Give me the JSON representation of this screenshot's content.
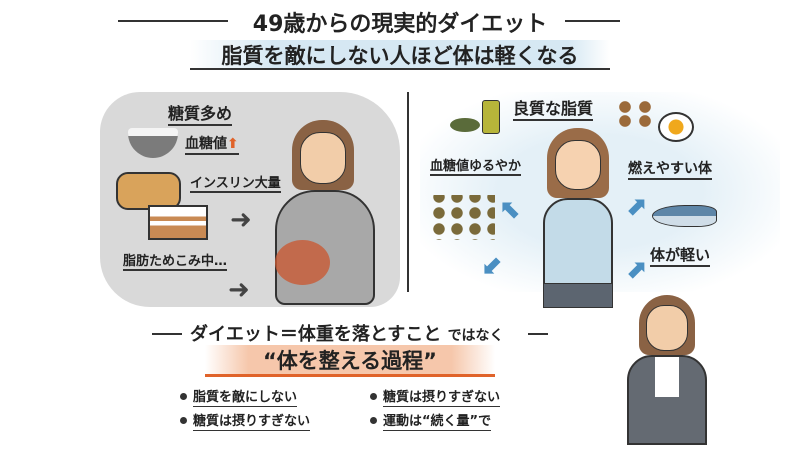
{
  "header": {
    "title": "49歳からの現実的ダイエット",
    "subtitle": "脂質を敵にしない人ほど体は軽くなる"
  },
  "left": {
    "heading": "糖質多め",
    "blood_sugar": "血糖値",
    "insulin": "インスリン大量",
    "fat_storing": "脂肪ためこみ中…"
  },
  "right": {
    "heading": "良質な脂質",
    "gentle": "血糖値ゆるやか",
    "burn": "燃えやすい体",
    "light": "体が軽い"
  },
  "bottom": {
    "statement": "ダイエット＝体重を落とすこと",
    "not": "ではなく",
    "highlight": "“体を整える過程”",
    "bullets": [
      "脂質を敵にしない",
      "糖質は摂りすぎない",
      "糖質は摂りすぎない",
      "運動は“続く量”で"
    ]
  },
  "colors": {
    "accent_orange": "#e0632a",
    "accent_blue": "#4a8fc2"
  }
}
